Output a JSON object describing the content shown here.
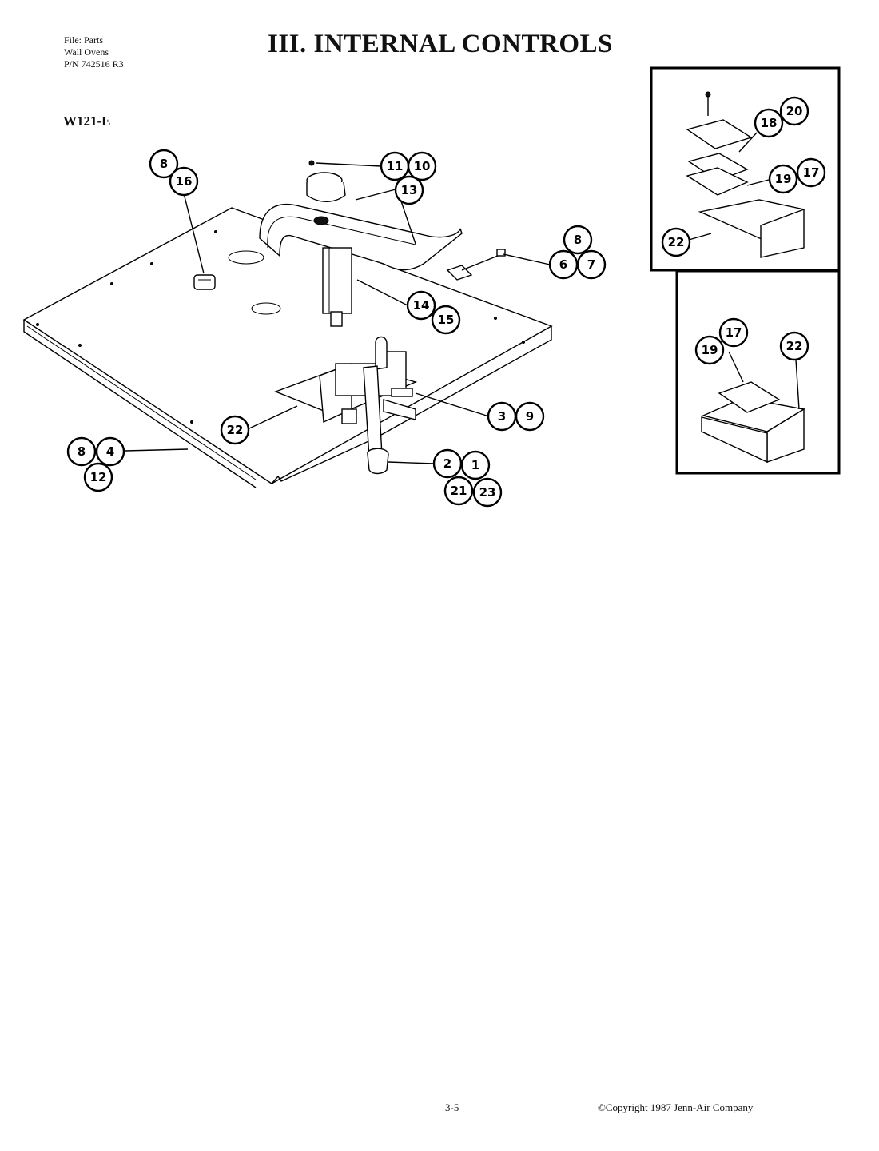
{
  "header": {
    "file_line": "File: Parts",
    "category_line": "Wall Ovens",
    "part_number_line": "P/N 742516 R3",
    "title": "III.  INTERNAL CONTROLS",
    "model": "W121-E"
  },
  "callouts": {
    "c8a": "8",
    "c16": "16",
    "c11": "11",
    "c10": "10",
    "c13": "13",
    "c8b": "8",
    "c6": "6",
    "c7": "7",
    "c14": "14",
    "c15": "15",
    "c3": "3",
    "c9": "9",
    "c22a": "22",
    "c8c": "8",
    "c4": "4",
    "c12": "12",
    "c2": "2",
    "c1": "1",
    "c21": "21",
    "c23": "23",
    "c18a": "18",
    "c20": "20",
    "c19a": "19",
    "c17a": "17",
    "c22b": "22",
    "c17b": "17",
    "c19b": "19",
    "c22c": "22"
  },
  "footer": {
    "page_number": "3-5",
    "copyright": "©Copyright 1987 Jenn-Air Company"
  }
}
